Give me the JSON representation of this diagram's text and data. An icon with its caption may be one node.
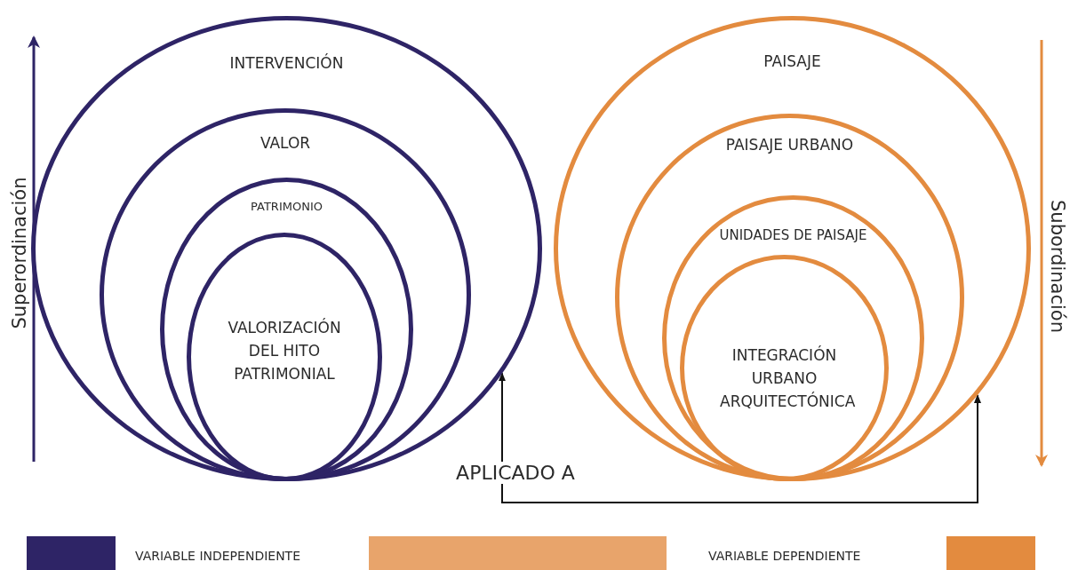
{
  "diagram": {
    "nodes": [
      {
        "text": [
          "INTERVENCIÓN"
        ]
      },
      {
        "text": [
          "VALOR"
        ],
        "in": 0
      },
      {
        "text": [
          "PATRIMONIO"
        ],
        "in": 1
      },
      {
        "text": [
          "VALORIZACIÓN DEL HITO PATRIMONIAL"
        ],
        "in": 2
      },
      {
        "text": [
          "PAISAJE"
        ]
      },
      {
        "text": [
          "PAISAJE URBANO"
        ],
        "in": 4
      },
      {
        "text": [
          "UNIDADES DE PAISAJE"
        ],
        "in": 5
      },
      {
        "text": [
          "INTEGRACIÓN URBANO ARQUITECTÓNICA"
        ],
        "in": 6
      },
      {
        "text": [],
        "shape": "bar"
      }
    ],
    "edges": [
      {
        "from": 0,
        "to": 4,
        "arrow": "both",
        "label": "APLICADO A"
      }
    ],
    "labels": [
      "Superordinación",
      "Subordinación"
    ],
    "legend": [
      {
        "text": "VARIABLE INDEPENDIENTE",
        "color": "#2e2466"
      },
      {
        "text": "VARIABLE DEPENDIENTE",
        "color": "#e38b3f"
      }
    ]
  }
}
